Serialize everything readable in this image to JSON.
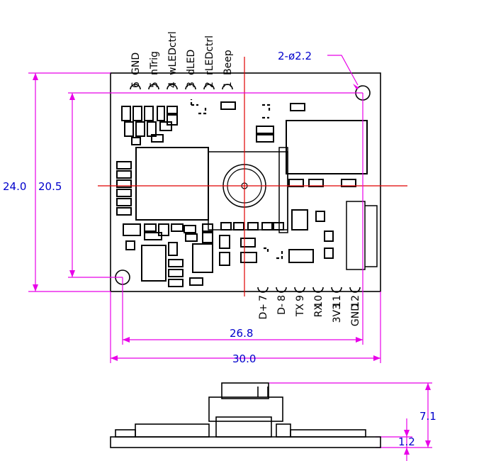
{
  "colors": {
    "outline": "#000000",
    "dimension": "#e800e8",
    "centerline": "#e00000",
    "dimension_text": "#0000cc"
  },
  "hole_callout": "2-ø2.2",
  "dimensions": {
    "overall_height": "24.0",
    "hole_spacing_vertical": "20.5",
    "hole_spacing_horizontal": "26.8",
    "overall_width": "30.0",
    "module_height": "7.1",
    "pcb_thickness": "1.2"
  },
  "top_pins": [
    {
      "number": "6",
      "name": "GND"
    },
    {
      "number": "5",
      "name": "nTrig"
    },
    {
      "number": "4",
      "name": "wLEDctrl"
    },
    {
      "number": "3",
      "name": "dLED"
    },
    {
      "number": "2",
      "name": "rLEDctrl"
    },
    {
      "number": "1",
      "name": "Beep"
    }
  ],
  "bottom_pins": [
    {
      "number": "7",
      "name": "D+"
    },
    {
      "number": "8",
      "name": "D-"
    },
    {
      "number": "9",
      "name": "TX"
    },
    {
      "number": "10",
      "name": "RX"
    },
    {
      "number": "11",
      "name": "3V3"
    },
    {
      "number": "12",
      "name": "GND"
    }
  ]
}
